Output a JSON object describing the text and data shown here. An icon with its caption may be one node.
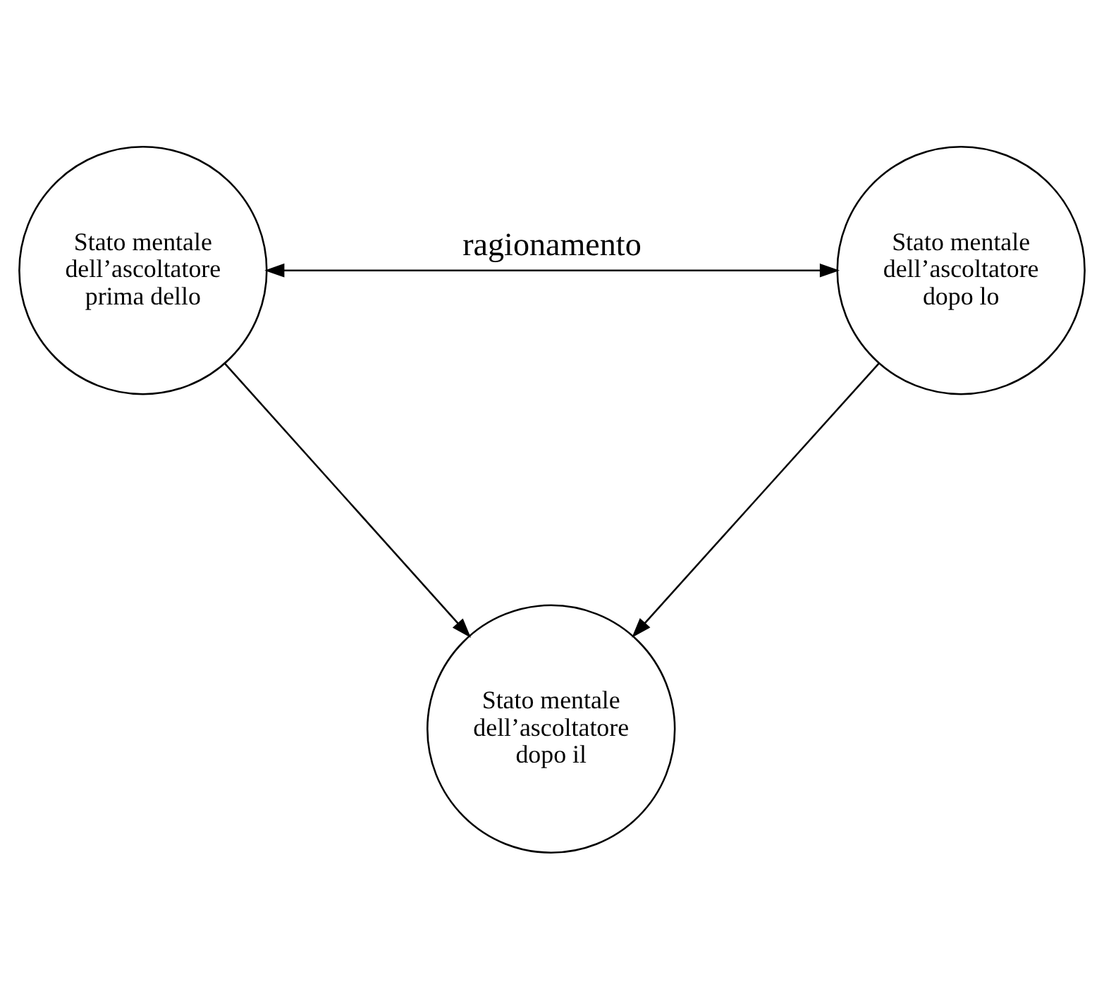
{
  "diagram": {
    "nodes": [
      {
        "text": [
          "Stato mentale dell’ascoltatore prima dello"
        ]
      },
      {
        "text": [
          "Stato mentale dell’ascoltatore dopo lo"
        ]
      },
      {
        "text": [
          "Stato mentale dell’ascoltatore dopo il"
        ]
      }
    ],
    "edges": [
      {
        "from": 0,
        "to": 1,
        "arrow": "both",
        "label": "ragionamento"
      },
      {
        "from": 0,
        "to": 2,
        "arrow": "to"
      },
      {
        "from": 1,
        "to": 2,
        "arrow": "to"
      }
    ]
  }
}
